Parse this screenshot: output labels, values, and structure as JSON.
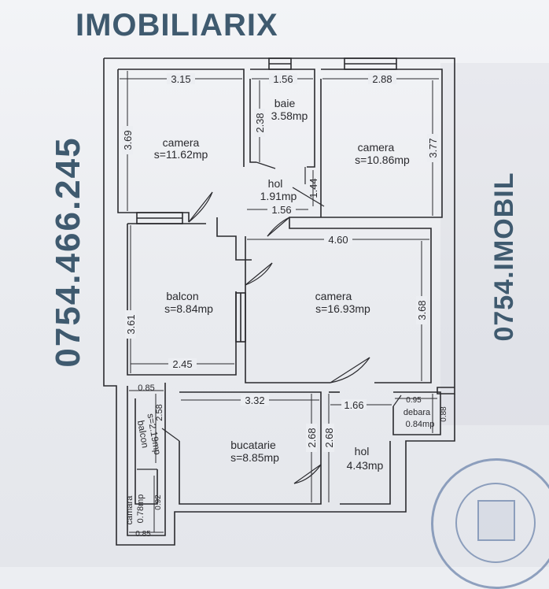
{
  "brand": "IMOBILIARIX",
  "phone_left": "0754.466.245",
  "phone_right": "0754.IMOBIL",
  "rooms": {
    "camera1": {
      "name": "camera",
      "area": "s=11.62mp"
    },
    "baie": {
      "name": "baie",
      "area": "3.58mp"
    },
    "camera2": {
      "name": "camera",
      "area": "s=10.86mp"
    },
    "hol1": {
      "name": "hol",
      "area": "1.91mp"
    },
    "balcon1": {
      "name": "balcon",
      "area": "s=8.84mp"
    },
    "camera3": {
      "name": "camera",
      "area": "s=16.93mp"
    },
    "bucatarie": {
      "name": "bucatarie",
      "area": "s=8.85mp"
    },
    "hol2": {
      "name": "hol",
      "area": "4.43mp"
    },
    "debara": {
      "name": "debara",
      "area": "0.84mp"
    },
    "balcon2": {
      "name": "balcon",
      "area": "s=2.19mp"
    },
    "camara": {
      "name": "camara",
      "area": "0.78mp"
    }
  },
  "dimensions": {
    "cam1_w": "3.15",
    "cam1_h": "3.69",
    "baie_w": "1.56",
    "baie_h": "2.38",
    "cam2_w": "2.88",
    "cam2_h": "3.77",
    "hol1_w": "1.56",
    "hol1_h": "1.44",
    "cam3_w": "4.60",
    "cam3_h": "3.68",
    "balc1_w": "2.45",
    "balc1_h": "3.61",
    "buc_w": "3.32",
    "buc_h": "2.68",
    "hol2_w": "1.66",
    "hol2_h": "2.68",
    "deb_w": "0.95",
    "deb_h": "0.88",
    "balc2_w": "0.85",
    "balc2_h": "2.58",
    "camara_w": "0.85",
    "camara_h": "0.92"
  },
  "colors": {
    "watermark": "#3f5a6f",
    "plan_line": "#2a2a2e",
    "stamp": "#6f86ad"
  }
}
